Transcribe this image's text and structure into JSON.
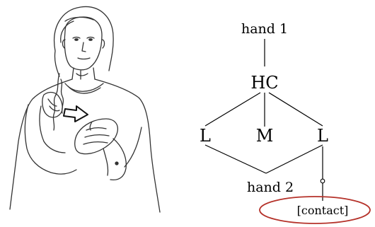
{
  "diagram": {
    "nodes": {
      "hand1": "hand 1",
      "hc": "HC",
      "l_left": "L",
      "m": "M",
      "l_right": "L",
      "hand2": "hand 2",
      "contact": "[contact]"
    },
    "colors": {
      "ink": "#000000",
      "highlight_ellipse": "#b5322a",
      "illustration_line": "#333333"
    }
  },
  "illustration": {
    "subject": "line drawing of a signer touching chest with flat hand, arrow pointing toward the contact",
    "arrow_icon": "right-arrow-icon"
  }
}
